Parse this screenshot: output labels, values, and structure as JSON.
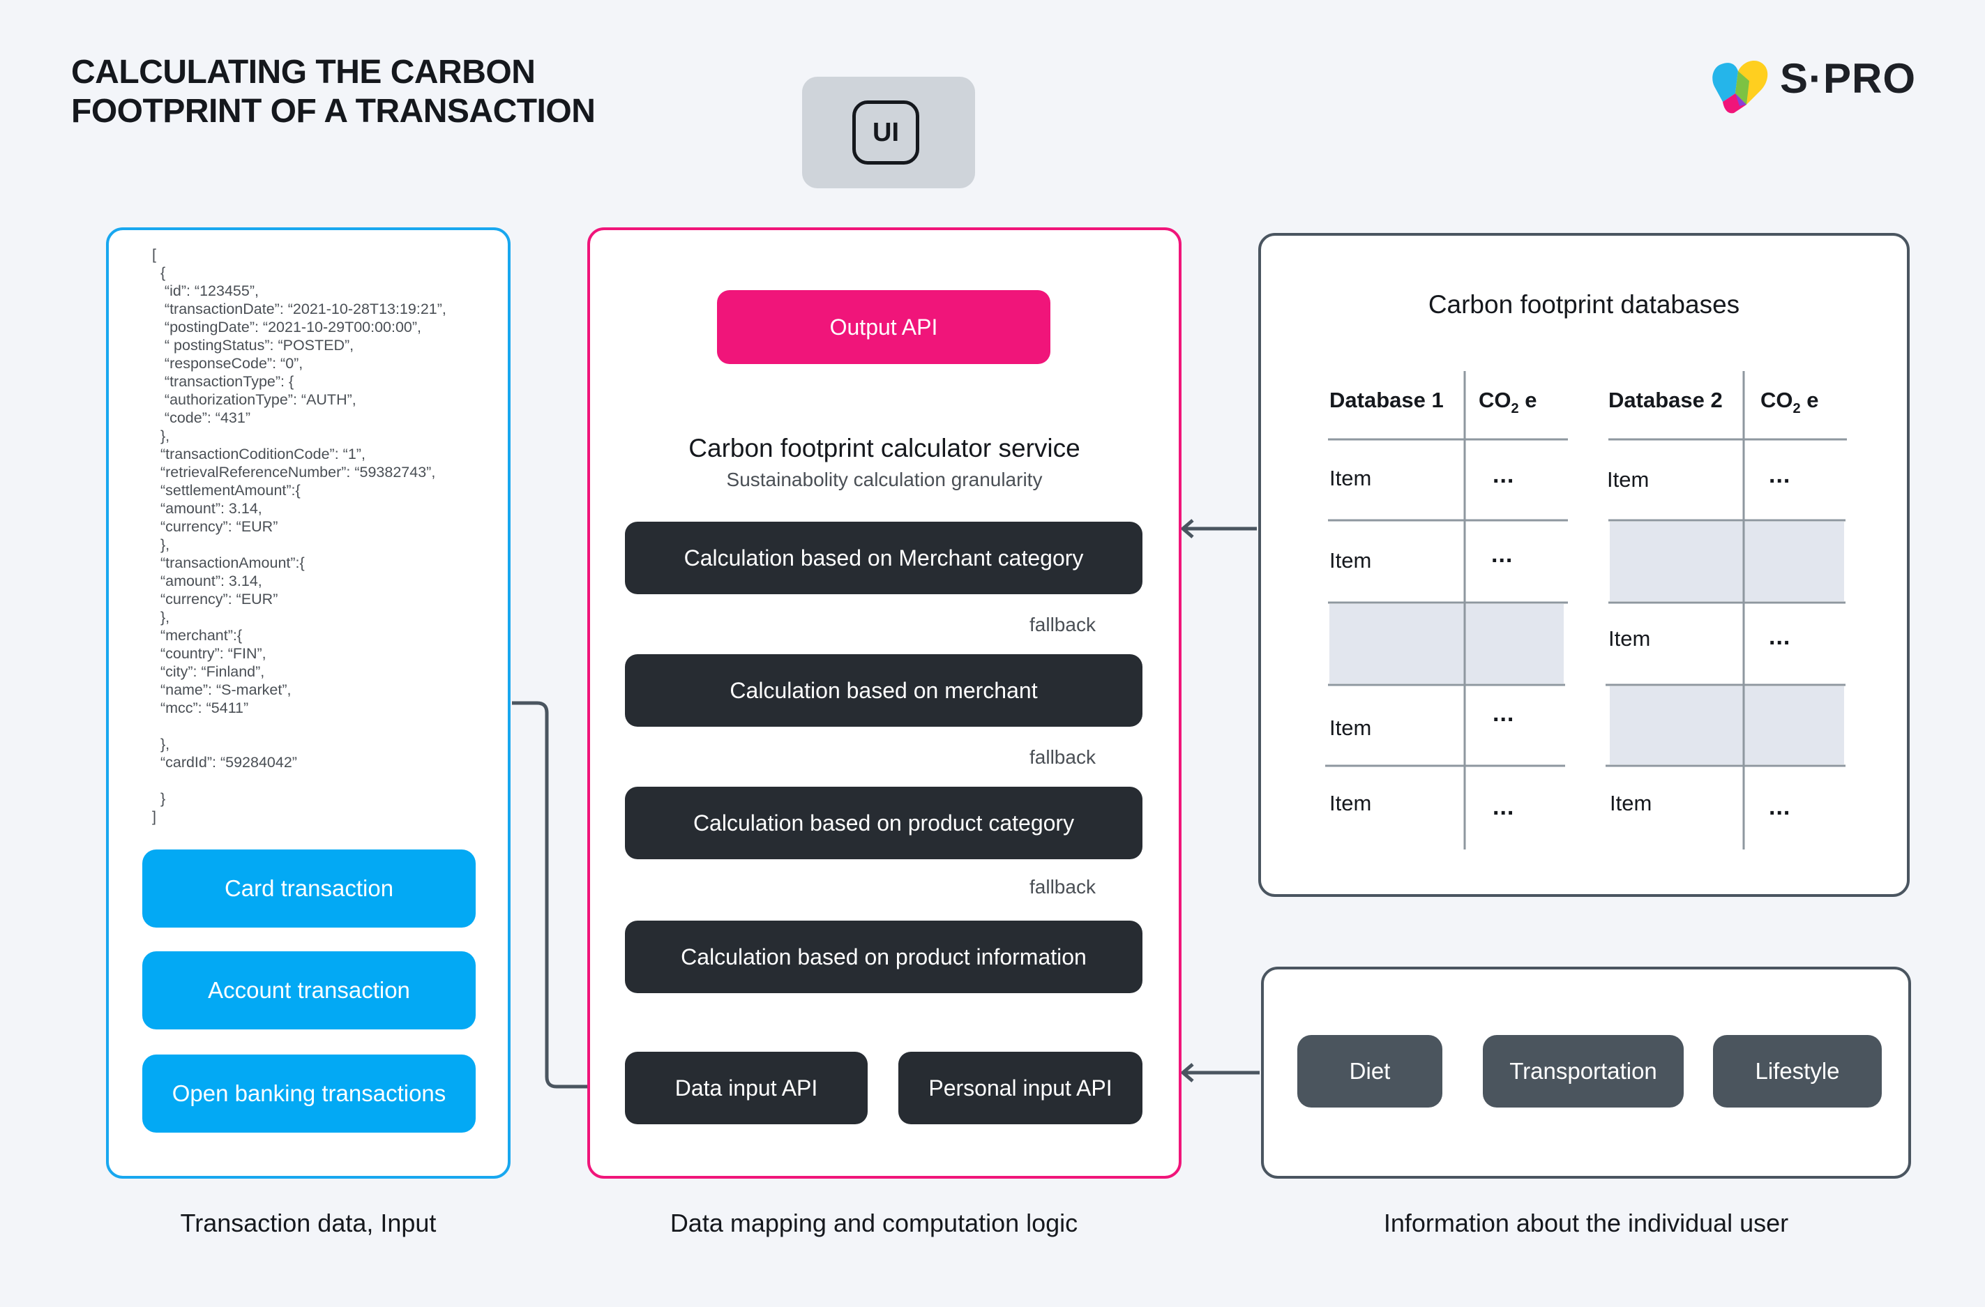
{
  "header": {
    "title_lines": [
      "CALCULATING THE CARBON",
      "FOOTPRINT OF A TRANSACTION"
    ],
    "logo_text": "S·PRO"
  },
  "ui_box": {
    "label": "UI"
  },
  "input_panel": {
    "json_lines": [
      "[",
      "  {",
      "   “id”: “123455”,",
      "   “transactionDate”: “2021-10-28T13:19:21”,",
      "   “postingDate”: “2021-10-29T00:00:00”,",
      "   “ postingStatus”: “POSTED”,",
      "   “responseCode”: “0”,",
      "   “transactionType”: {",
      "   “authorizationType”: “AUTH”,",
      "   “code”: “431”",
      "  },",
      "  “transactionCoditionCode”: “1”,",
      "  “retrievalReferenceNumber”: “59382743”,",
      "  “settlementAmount”:{",
      "  “amount”: 3.14,",
      "  “currency”: “EUR”",
      "  },",
      "  “transactionAmount”:{",
      "  “amount”: 3.14,",
      "  “currency”: “EUR”",
      "  },",
      "  “merchant”:{",
      "  “country”: “FIN”,",
      "  “city”: “Finland”,",
      "  “name”: “S-market”,",
      "  “mcc”: “5411”",
      "",
      "  },",
      "  “cardId”: “59284042”",
      "",
      "  }",
      "]"
    ],
    "buttons": [
      "Card transaction",
      "Account transaction",
      "Open banking transactions"
    ],
    "caption": "Transaction data, Input"
  },
  "logic_panel": {
    "output_api": "Output API",
    "service_title": "Carbon footprint calculator service",
    "service_subtitle": "Sustainabolity calculation granularity",
    "steps": [
      "Calculation based on Merchant category",
      "Calculation based on merchant",
      "Calculation based on product category",
      "Calculation based on product information"
    ],
    "fallback_label": "fallback",
    "inputs": [
      "Data input API",
      "Personal input API"
    ],
    "caption": "Data mapping and computation logic"
  },
  "db_panel": {
    "title": "Carbon footprint databases",
    "db1_head": "Database 1",
    "db2_head": "Database 2",
    "co2_main": "CO",
    "co2_sub": "2",
    "co2_suffix": "e",
    "item_label": "Item",
    "dots": "..."
  },
  "user_panel": {
    "chips": [
      "Diet",
      "Transportation",
      "Lifestyle"
    ],
    "caption": "Information about the individual user"
  },
  "colors": {
    "blue": "#03a9f4",
    "pink": "#f0157a",
    "dark": "#272c32",
    "grey": "#4b555e"
  }
}
